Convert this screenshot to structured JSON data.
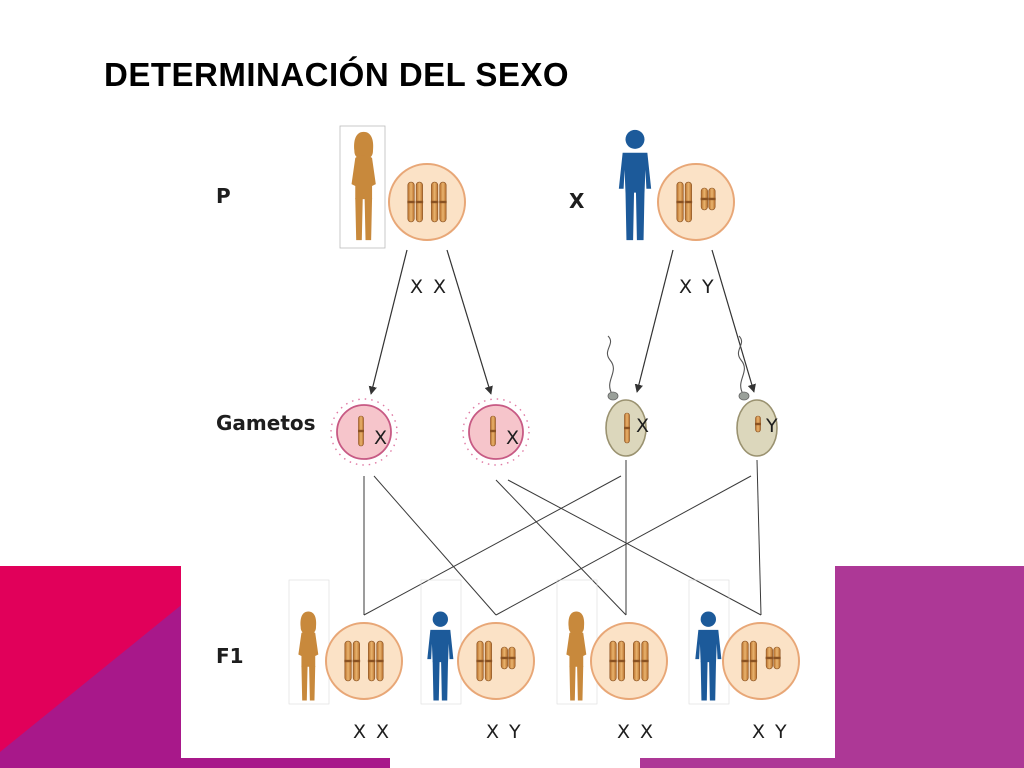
{
  "slide": {
    "title": "DETERMINACIÓN DEL SEXO",
    "colors": {
      "pink": "#e1005a",
      "magenta": "#a8188a",
      "purple": "#ad3896",
      "female": "#c8893c",
      "male": "#1c5a9a",
      "nucleus_fill": "#fbe2c6",
      "nucleus_stroke": "#e8a777",
      "egg_fill": "#f6c5cb",
      "sperm_fill": "#dcd7bc"
    }
  },
  "diagram": {
    "rows": {
      "parents": "P",
      "gametes": "Gametos",
      "offspring": "F1"
    },
    "cross_symbol": "X",
    "parents": [
      {
        "sex": "female",
        "icon": "female-figure-icon",
        "genotype": "X X"
      },
      {
        "sex": "male",
        "icon": "male-figure-icon",
        "genotype": "X Y"
      }
    ],
    "gametes": [
      {
        "type": "egg",
        "chromosome": "X"
      },
      {
        "type": "egg",
        "chromosome": "X"
      },
      {
        "type": "sperm",
        "chromosome": "X"
      },
      {
        "type": "sperm",
        "chromosome": "Y"
      }
    ],
    "offspring": [
      {
        "sex": "female",
        "genotype": "X X"
      },
      {
        "sex": "male",
        "genotype": "X Y"
      },
      {
        "sex": "female",
        "genotype": "X X"
      },
      {
        "sex": "male",
        "genotype": "X Y"
      }
    ]
  }
}
